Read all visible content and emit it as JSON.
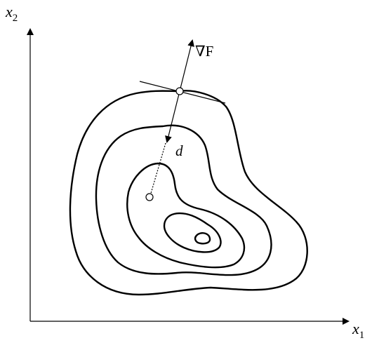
{
  "diagram": {
    "axis_x_label": "x",
    "axis_x_subscript": "1",
    "axis_y_label": "x",
    "axis_y_subscript": "2",
    "gradient_label": "∇F",
    "direction_label": "d",
    "colors": {
      "stroke": "#000000",
      "background": "#ffffff"
    }
  }
}
